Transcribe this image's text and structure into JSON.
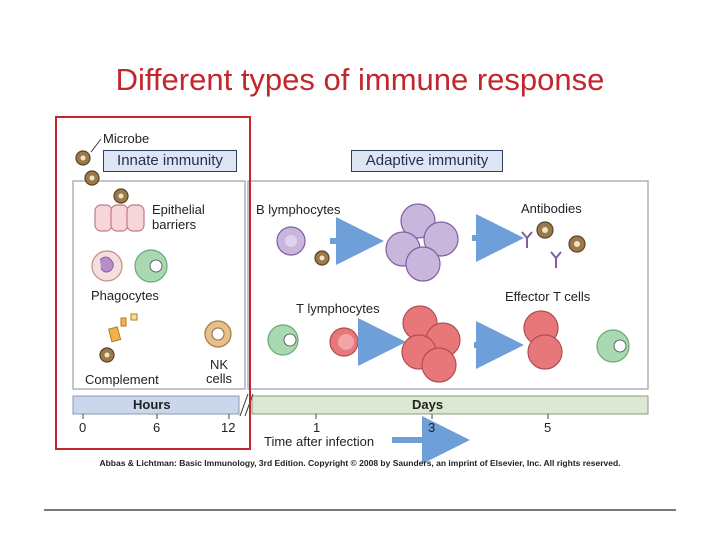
{
  "slide_title": "Different types of immune response",
  "innate": {
    "header": "Innate immunity",
    "microbe_label": "Microbe",
    "epithelial_label_1": "Epithelial",
    "epithelial_label_2": "barriers",
    "phagocytes_label": "Phagocytes",
    "complement_label": "Complement",
    "nk_label_1": "NK",
    "nk_label_2": "cells"
  },
  "adaptive": {
    "header": "Adaptive immunity",
    "b_lymphocytes_label": "B lymphocytes",
    "antibodies_label": "Antibodies",
    "t_lymphocytes_label": "T lymphocytes",
    "effector_t_label": "Effector T cells"
  },
  "timeline": {
    "hours_label": "Hours",
    "days_label": "Days",
    "ticks": [
      "0",
      "6",
      "12",
      "1",
      "3",
      "5"
    ],
    "axis_label": "Time after infection"
  },
  "copyright": "Abbas & Lichtman: Basic Immunology, 3rd Edition. Copyright © 2008 by Saunders, an imprint of Elsevier, Inc. All rights reserved.",
  "colors": {
    "title": "#c1272d",
    "highlight_box": "#c1272d",
    "b_cell": "#c9b6dd",
    "t_cell": "#e8777a",
    "phagocyte": "#a9d9b0",
    "hours_band": "#c9d6ec",
    "days_band": "#dde8d2",
    "arrow": "#6f9fd8"
  }
}
